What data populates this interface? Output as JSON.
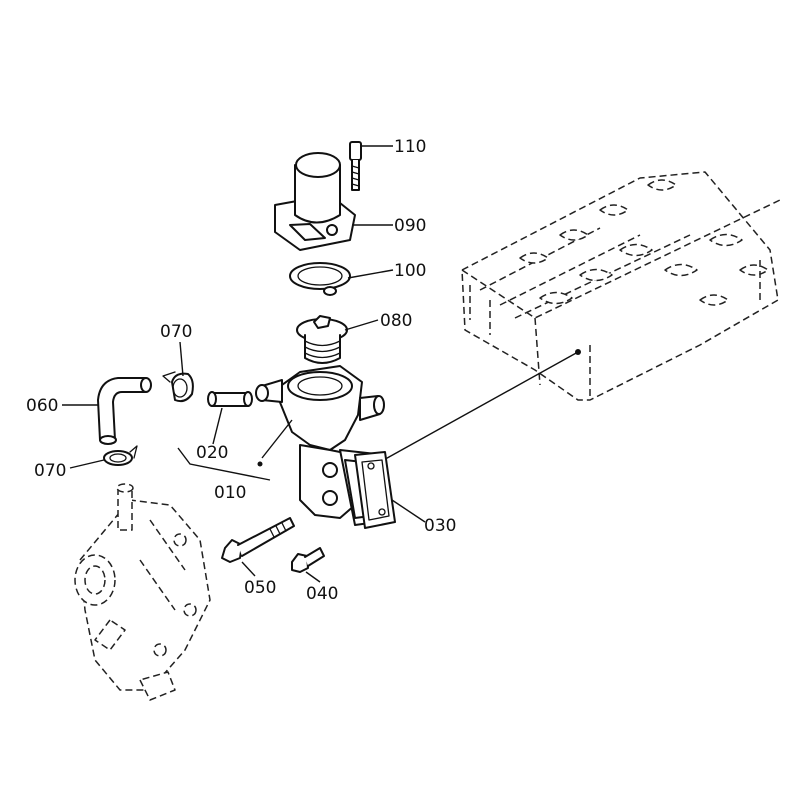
{
  "diagram": {
    "callouts": {
      "c010": "010",
      "c020": "020",
      "c030": "030",
      "c040": "040",
      "c050": "050",
      "c060": "060",
      "c070_top": "070",
      "c070_bottom": "070",
      "c080": "080",
      "c090": "090",
      "c100": "100",
      "c110": "110"
    }
  }
}
